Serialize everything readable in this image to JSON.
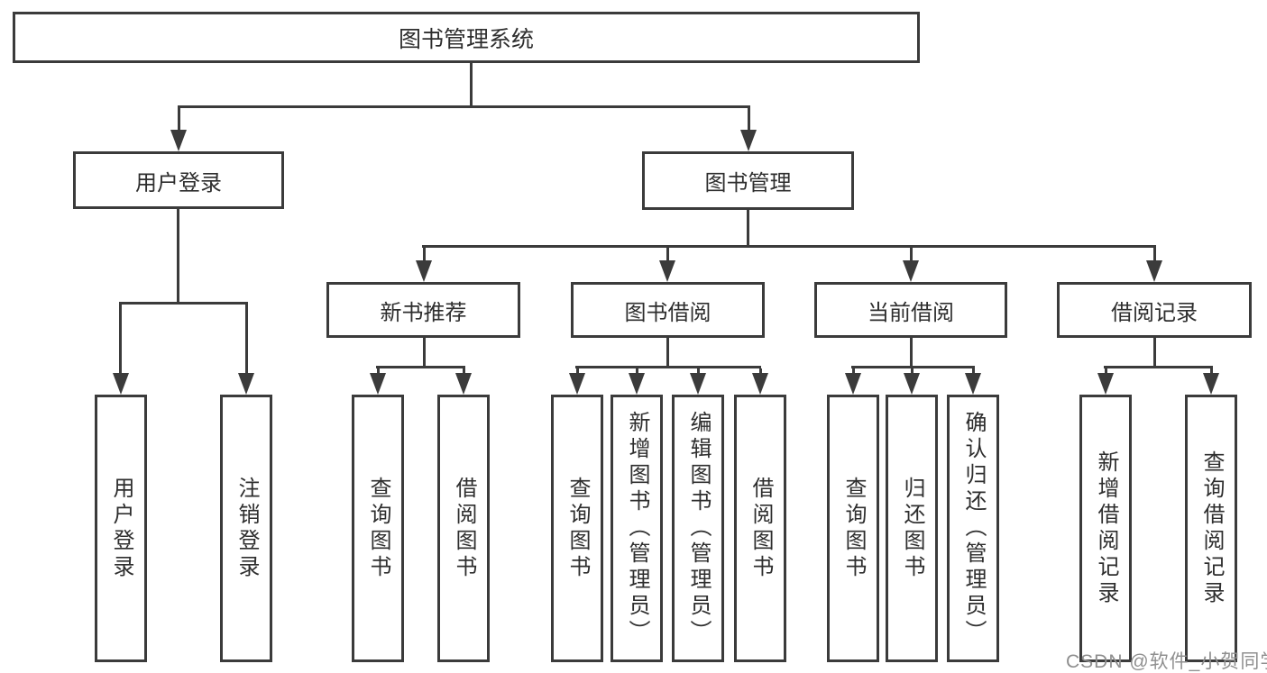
{
  "title": "图书管理系统",
  "colors": {
    "line": "#3b3b3b",
    "text": "#2e2e2e",
    "background": "#ffffff",
    "watermark": "#8f8f8f"
  },
  "tree": {
    "label": "图书管理系统",
    "children": [
      {
        "label": "用户登录",
        "children": [
          {
            "label": "用户登录"
          },
          {
            "label": "注销登录"
          }
        ]
      },
      {
        "label": "图书管理",
        "children": [
          {
            "label": "新书推荐",
            "children": [
              {
                "label": "查询图书"
              },
              {
                "label": "借阅图书"
              }
            ]
          },
          {
            "label": "图书借阅",
            "children": [
              {
                "label": "查询图书"
              },
              {
                "label": "新增图书（管理员）"
              },
              {
                "label": "编辑图书（管理员）"
              },
              {
                "label": "借阅图书"
              }
            ]
          },
          {
            "label": "当前借阅",
            "children": [
              {
                "label": "查询图书"
              },
              {
                "label": "归还图书"
              },
              {
                "label": "确认归还（管理员）"
              }
            ]
          },
          {
            "label": "借阅记录",
            "children": [
              {
                "label": "新增借阅记录"
              },
              {
                "label": "查询借阅记录"
              }
            ]
          }
        ]
      }
    ]
  },
  "watermark": {
    "text": "CSDN @软件_小贺同学"
  }
}
